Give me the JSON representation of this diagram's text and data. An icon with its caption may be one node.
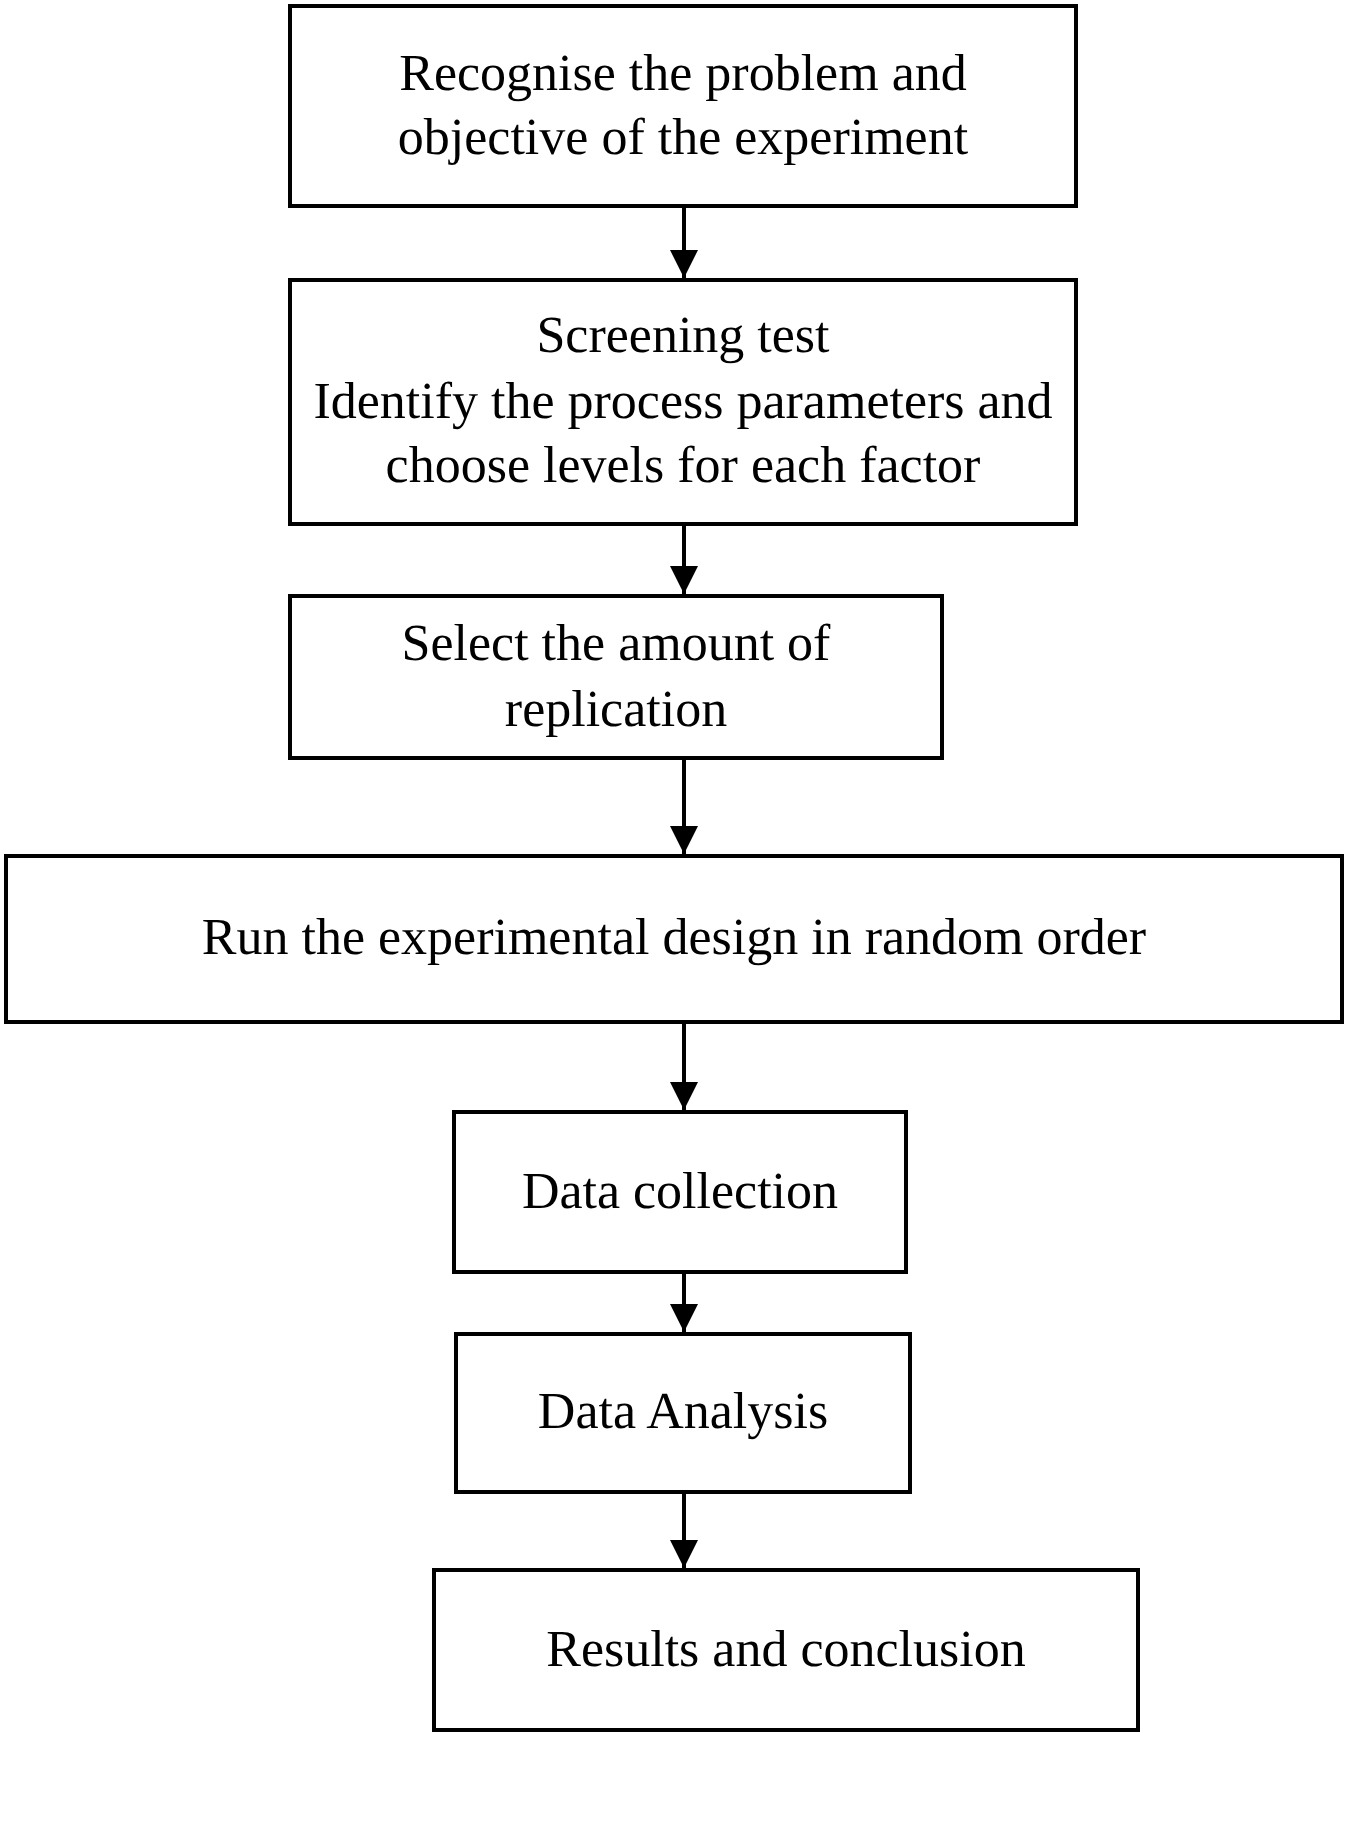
{
  "diagram": {
    "nodes": [
      {
        "text": [
          "Recognise the problem and objective of the experiment"
        ]
      },
      {
        "text": [
          "Screening test",
          "Identify the process parameters and choose levels for each factor"
        ]
      },
      {
        "text": [
          "Select the amount of replication"
        ]
      },
      {
        "text": [
          "Run the experimental design in random order"
        ]
      },
      {
        "text": [
          "Data collection"
        ]
      },
      {
        "text": [
          "Data Analysis"
        ]
      },
      {
        "text": [
          "Results and conclusion"
        ]
      }
    ],
    "edges": [
      {
        "from": 0,
        "to": 1,
        "arrow": "to"
      },
      {
        "from": 1,
        "to": 2,
        "arrow": "to"
      },
      {
        "from": 2,
        "to": 3,
        "arrow": "to"
      },
      {
        "from": 3,
        "to": 4,
        "arrow": "to"
      },
      {
        "from": 4,
        "to": 5,
        "arrow": "to"
      },
      {
        "from": 5,
        "to": 6,
        "arrow": "to"
      }
    ]
  }
}
